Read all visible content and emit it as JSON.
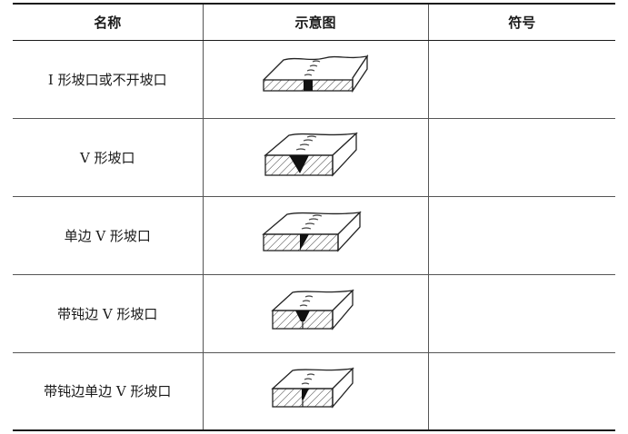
{
  "table": {
    "headers": [
      "名称",
      "示意图",
      "符号"
    ],
    "rows": [
      {
        "name": "I 形坡口或不开坡口",
        "diagram_icon": "i-groove-diagram-icon",
        "symbol": ""
      },
      {
        "name": "V 形坡口",
        "diagram_icon": "v-groove-diagram-icon",
        "symbol": ""
      },
      {
        "name": "单边 V 形坡口",
        "diagram_icon": "single-bevel-v-groove-diagram-icon",
        "symbol": ""
      },
      {
        "name": "带钝边 V 形坡口",
        "diagram_icon": "v-groove-with-root-face-diagram-icon",
        "symbol": ""
      },
      {
        "name": "带钝边单边 V 形坡口",
        "diagram_icon": "single-bevel-with-root-face-diagram-icon",
        "symbol": ""
      }
    ]
  }
}
